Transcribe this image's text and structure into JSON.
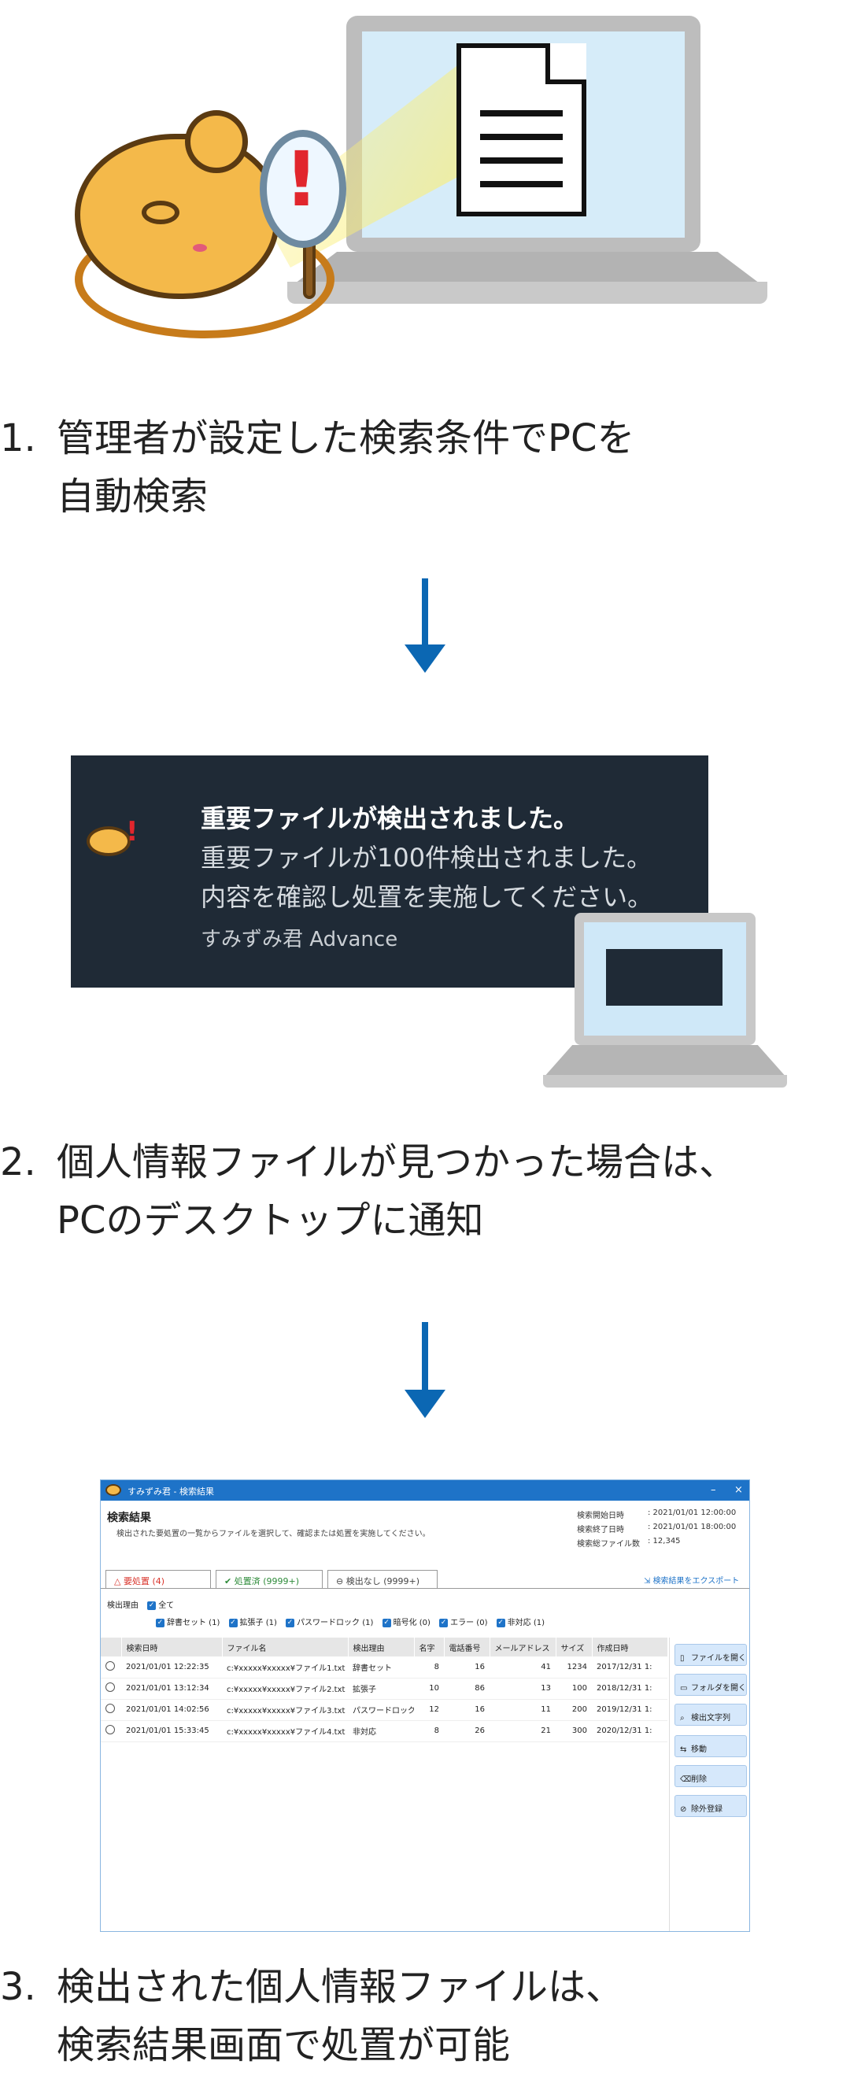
{
  "steps": [
    {
      "number": "1.",
      "line1": "管理者が設定した検索条件でPCを",
      "line2": "自動検索"
    },
    {
      "number": "2.",
      "line1": "個人情報ファイルが見つかった場合は、",
      "line2": "PCのデスクトップに通知"
    },
    {
      "number": "3.",
      "line1": "検出された個人情報ファイルは、",
      "line2": "検索結果画面で処置が可能"
    }
  ],
  "notification": {
    "title": "重要ファイルが検出されました。",
    "body_line1": "重要ファイルが100件検出されました。",
    "body_line2": "内容を確認し処置を実施してください。",
    "app_name": "すみずみ君 Advance"
  },
  "window": {
    "title": "すみずみ君 - 検索結果",
    "minimize": "–",
    "close": "×",
    "heading": "検索結果",
    "description": "検出された要処置の一覧からファイルを選択して、確認または処置を実施してください。",
    "meta": [
      {
        "label": "検索開始日時",
        "value": ": 2021/01/01 12:00:00"
      },
      {
        "label": "検索終了日時",
        "value": ": 2021/01/01 18:00:00"
      },
      {
        "label": "検索総ファイル数",
        "value": ": 12,345"
      }
    ],
    "export_link": "検索結果をエクスポート",
    "tabs": [
      {
        "label": "要処置 (4)",
        "icon": "△",
        "color": "#d9342b"
      },
      {
        "label": "処置済 (9999+)",
        "icon": "✔",
        "color": "#2e8b3a"
      },
      {
        "label": "検出なし (9999+)",
        "icon": "⊖",
        "color": "#444444"
      }
    ],
    "filter_label": "検出理由",
    "filter_all": "全て",
    "filters": [
      "辞書セット (1)",
      "拡張子 (1)",
      "パスワードロック (1)",
      "暗号化 (0)",
      "エラー (0)",
      "非対応 (1)"
    ],
    "columns": [
      "",
      "検索日時",
      "ファイル名",
      "検出理由",
      "名字",
      "電話番号",
      "メールアドレス",
      "サイズ",
      "作成日時"
    ],
    "rows": [
      [
        "2021/01/01 12:22:35",
        "c:¥xxxxx¥xxxxx¥ファイル1.txt",
        "辞書セット",
        "8",
        "16",
        "41",
        "1234",
        "2017/12/31 1:"
      ],
      [
        "2021/01/01 13:12:34",
        "c:¥xxxxx¥xxxxx¥ファイル2.txt",
        "拡張子",
        "10",
        "86",
        "13",
        "100",
        "2018/12/31 1:"
      ],
      [
        "2021/01/01 14:02:56",
        "c:¥xxxxx¥xxxxx¥ファイル3.txt",
        "パスワードロック",
        "12",
        "16",
        "11",
        "200",
        "2019/12/31 1:"
      ],
      [
        "2021/01/01 15:33:45",
        "c:¥xxxxx¥xxxxx¥ファイル4.txt",
        "非対応",
        "8",
        "26",
        "21",
        "300",
        "2020/12/31 1:"
      ]
    ],
    "actions": [
      {
        "label": "ファイルを開く",
        "icon": "file-icon"
      },
      {
        "label": "フォルダを開く",
        "icon": "folder-icon"
      },
      {
        "label": "検出文字列",
        "icon": "search-text-icon"
      },
      {
        "label": "移動",
        "icon": "move-icon"
      },
      {
        "label": "削除",
        "icon": "trash-icon"
      },
      {
        "label": "除外登録",
        "icon": "exclude-icon"
      }
    ]
  },
  "colors": {
    "arrow": "#0b67b3",
    "toast_bg": "#1f2a36",
    "titlebar": "#1e73c8"
  }
}
